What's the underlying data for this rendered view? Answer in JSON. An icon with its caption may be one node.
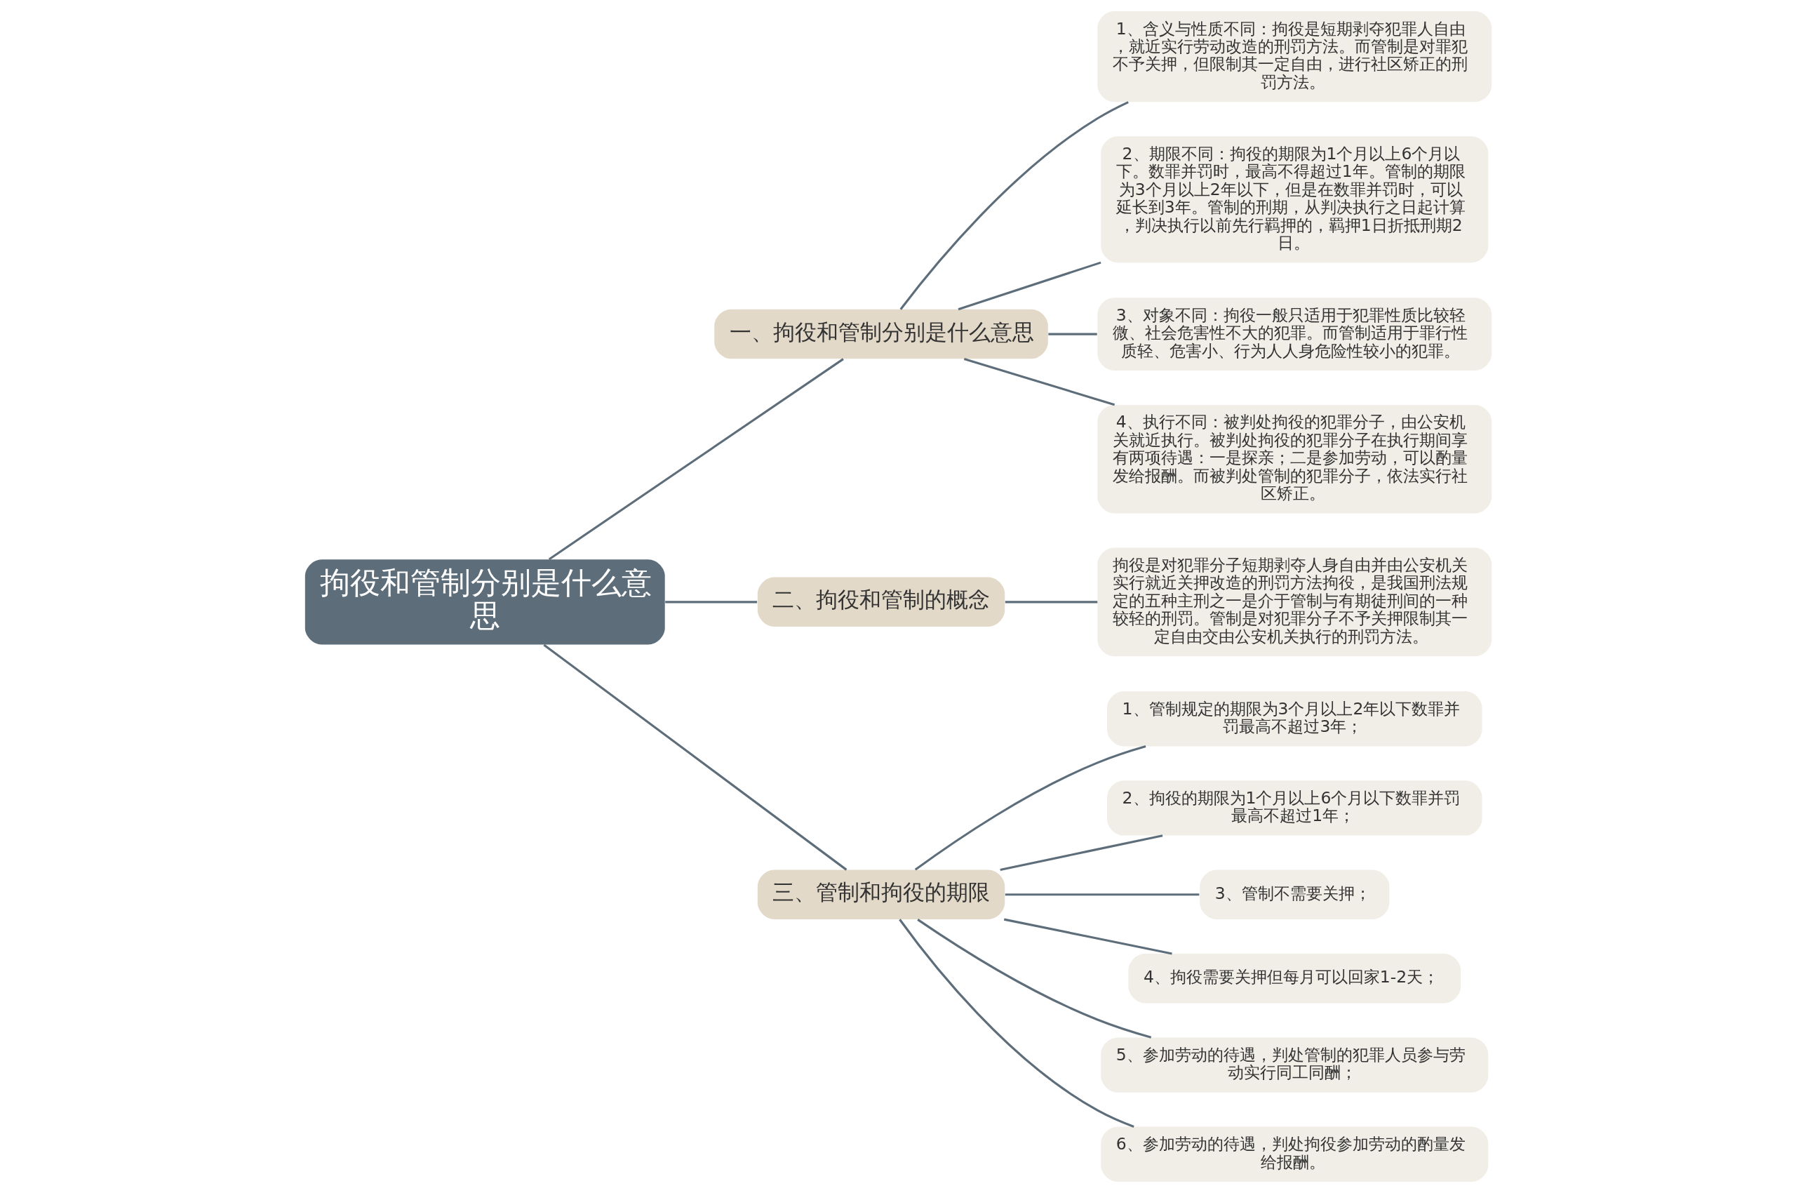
{
  "diagram": {
    "nodes": [
      {
        "text": [
          "拘役和管制分别是什么意思"
        ]
      },
      {
        "text": [
          "一、拘役和管制分别是什么意思"
        ]
      },
      {
        "text": [
          "1、含义与性质不同：拘役是短期剥夺犯罪人自由，就近实行劳动改造的刑罚方法。而管制是对罪犯不予关押，但限制其一定自由，进行社区矫正的刑罚方法。"
        ]
      },
      {
        "text": [
          "2、期限不同：拘役的期限为1个月以上6个月以下。数罪并罚时，最高不得超过1年。管制的期限为3个月以上2年以下，但是在数罪并罚时，可以延长到3年。管制的刑期，从判决执行之日起计算，判决执行以前先行羁押的，羁押1日折抵刑期2日。"
        ]
      },
      {
        "text": [
          "3、对象不同：拘役一般只适用于犯罪性质比较轻微、社会危害性不大的犯罪。而管制适用于罪行性质轻、危害小、行为人人身危险性较小的犯罪。"
        ]
      },
      {
        "text": [
          "4、执行不同：被判处拘役的犯罪分子，由公安机关就近执行。被判处拘役的犯罪分子在执行期间享有两项待遇：一是探亲；二是参加劳动，可以酌量发给报酬。而被判处管制的犯罪分子，依法实行社区矫正。"
        ]
      },
      {
        "text": [
          "二、拘役和管制的概念"
        ]
      },
      {
        "text": [
          "拘役是对犯罪分子短期剥夺人身自由并由公安机关实行就近关押改造的刑罚方法拘役，是我国刑法规定的五种主刑之一是介于管制与有期徒刑间的一种较轻的刑罚。管制是对犯罪分子不予关押限制其一定自由交由公安机关执行的刑罚方法。"
        ]
      },
      {
        "text": [
          "三、管制和拘役的期限"
        ]
      },
      {
        "text": [
          "1、管制规定的期限为3个月以上2年以下数罪并罚最高不超过3年；"
        ]
      },
      {
        "text": [
          "2、拘役的期限为1个月以上6个月以下数罪并罚最高不超过1年；"
        ]
      },
      {
        "text": [
          "3、管制不需要关押；"
        ]
      },
      {
        "text": [
          "4、拘役需要关押但每月可以回家1-2天；"
        ]
      },
      {
        "text": [
          "5、参加劳动的待遇，判处管制的犯罪人员参与劳动实行同工同酬；"
        ]
      },
      {
        "text": [
          "6、参加劳动的待遇，判处拘役参加劳动的酌量发给报酬。"
        ]
      }
    ],
    "edges": [
      {
        "from": 0,
        "to": 1,
        "arrow": "none"
      },
      {
        "from": 1,
        "to": 2,
        "arrow": "none"
      },
      {
        "from": 1,
        "to": 3,
        "arrow": "none"
      },
      {
        "from": 1,
        "to": 4,
        "arrow": "none"
      },
      {
        "from": 1,
        "to": 5,
        "arrow": "none"
      },
      {
        "from": 0,
        "to": 6,
        "arrow": "none"
      },
      {
        "from": 6,
        "to": 7,
        "arrow": "none"
      },
      {
        "from": 0,
        "to": 8,
        "arrow": "none"
      },
      {
        "from": 8,
        "to": 9,
        "arrow": "none"
      },
      {
        "from": 8,
        "to": 10,
        "arrow": "none"
      },
      {
        "from": 8,
        "to": 11,
        "arrow": "none"
      },
      {
        "from": 8,
        "to": 12,
        "arrow": "none"
      },
      {
        "from": 8,
        "to": 13,
        "arrow": "none"
      },
      {
        "from": 8,
        "to": 14,
        "arrow": "none"
      }
    ]
  }
}
